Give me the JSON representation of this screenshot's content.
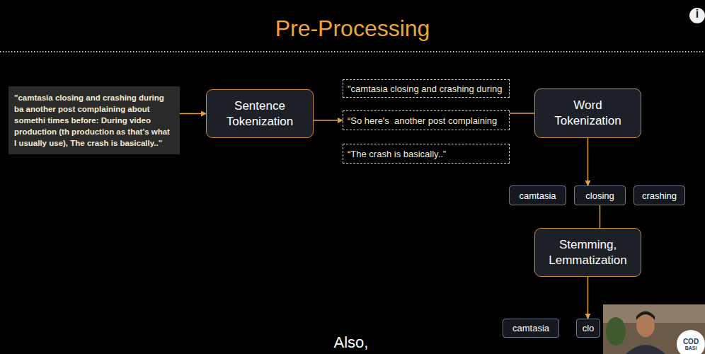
{
  "diagram": {
    "title": "Pre-Processing",
    "nodes": [
      {
        "text": [
          "\"camtasia closing and crashing during ba another post complaining about somethi times before: During video production (th production as that's what I usually use), The crash is basically..\""
        ]
      },
      {
        "text": [
          "Sentence Tokenization"
        ]
      },
      {
        "text": [
          "\"camtasia closing and crashing during"
        ]
      },
      {
        "text": [
          "“So here's  another post complaining"
        ]
      },
      {
        "text": [
          "“The crash is basically..”"
        ]
      },
      {
        "text": [
          "Word Tokenization"
        ]
      },
      {
        "text": [
          "camtasia"
        ]
      },
      {
        "text": [
          "closing"
        ]
      },
      {
        "text": [
          "crashing"
        ]
      },
      {
        "text": [
          "Stemming, Lemmatization"
        ]
      },
      {
        "text": [
          "camtasia"
        ]
      },
      {
        "text": [
          "clo"
        ]
      }
    ],
    "edges": [
      {
        "from": 0,
        "to": 1,
        "arrow": "to"
      },
      {
        "from": 1,
        "to": 3,
        "arrow": "to"
      },
      {
        "from": 3,
        "to": 5,
        "arrow": "none"
      },
      {
        "from": 5,
        "to": 7,
        "arrow": "to"
      },
      {
        "from": 7,
        "to": 9,
        "arrow": "none"
      },
      {
        "from": 9,
        "to": 11,
        "arrow": "to"
      }
    ],
    "labels": [
      "i",
      "Also,",
      "COD",
      "BASI"
    ]
  }
}
